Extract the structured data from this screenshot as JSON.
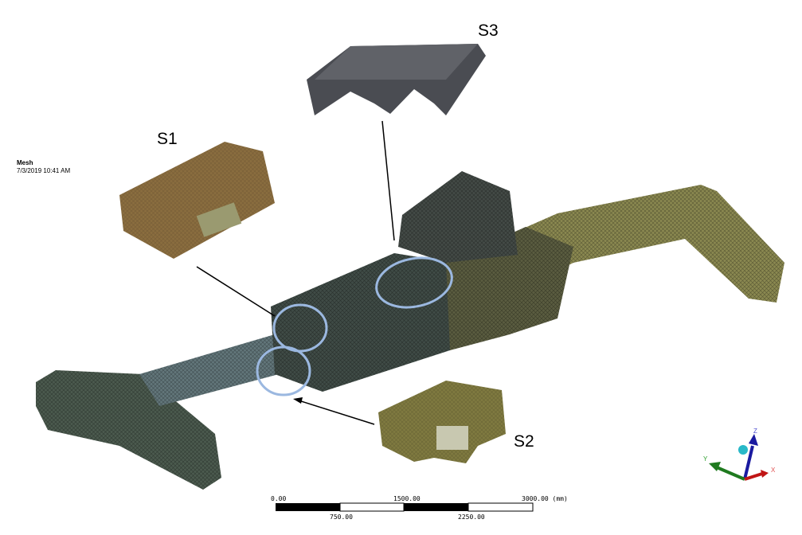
{
  "viewport": {
    "title": "Mesh",
    "timestamp": "7/3/2019 10:41 AM"
  },
  "labels": {
    "s1": "S1",
    "s2": "S2",
    "s3": "S3"
  },
  "scale_bar": {
    "t0": "0.00",
    "t1": "750.00",
    "t2": "1500.00",
    "t3": "2250.00",
    "t4": "3000.00 (mm)"
  },
  "triad": {
    "x": "X",
    "y": "Y",
    "z": "Z"
  },
  "colors": {
    "highlight": "#9bb8e0",
    "mesh_dark": "#3f4b46",
    "mesh_olive": "#8a8850",
    "s1_fill": "#8a6d3f",
    "s3_fill": "#4a4c52"
  }
}
